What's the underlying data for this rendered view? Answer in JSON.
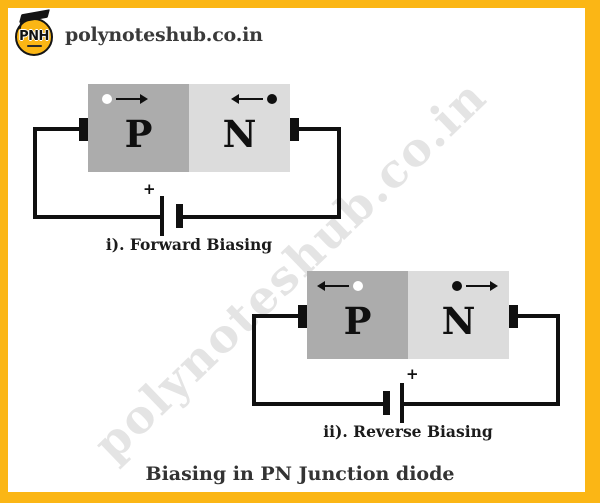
{
  "header": {
    "logo_text": "PNH",
    "site_name": "polynoteshub.co.in"
  },
  "watermark": "polynoteshub.co.in",
  "title": "Biasing in PN Junction diode",
  "colors": {
    "accent_yellow": "#FBB615",
    "p_region_gray": "#ACACAC",
    "n_region_gray": "#DCDCDC",
    "wire_black": "#101010"
  },
  "diagrams": [
    {
      "caption": "i). Forward Biasing",
      "p_label": "P",
      "n_label": "N",
      "battery_plus": "+",
      "battery_positive_side": "left",
      "p_carrier": "hole (white) moving right toward junction",
      "n_carrier": "electron (black) moving left toward junction"
    },
    {
      "caption": "ii). Reverse Biasing",
      "p_label": "P",
      "n_label": "N",
      "battery_plus": "+",
      "battery_positive_side": "right",
      "p_carrier": "hole (white) moving left away from junction",
      "n_carrier": "electron (black) moving right away from junction"
    }
  ]
}
